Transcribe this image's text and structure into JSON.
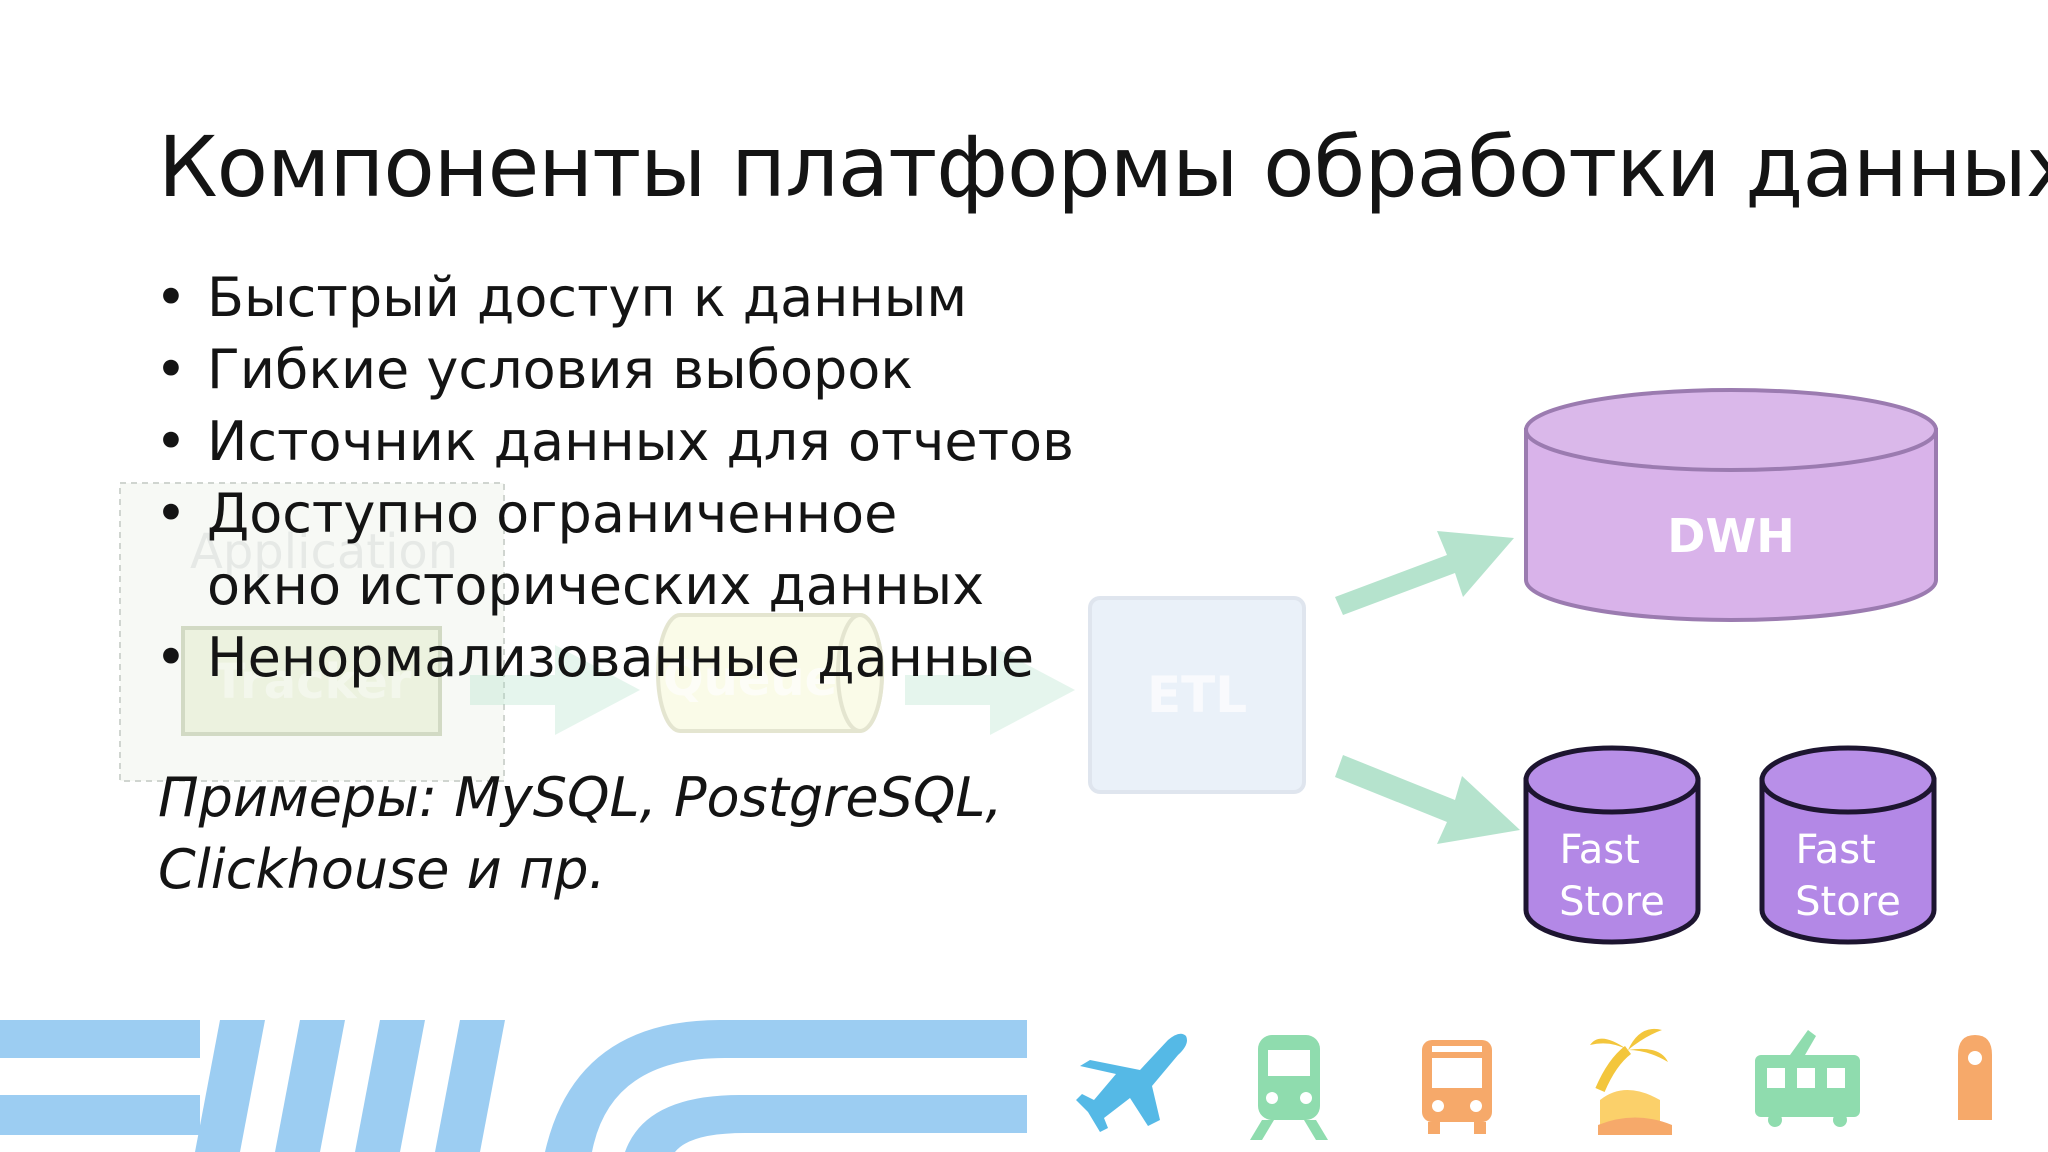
{
  "slide": {
    "title": "Компоненты платформы обработки данных",
    "bullets": [
      "Быстрый доступ к данным",
      "Гибкие условия выборок",
      "Источник данных для отчетов",
      "Доступно ограниченное окно исторических данных",
      "Ненормализованные данные"
    ],
    "examples": "Примеры: MySQL, PostgreSQL, Clickhouse и пр."
  },
  "diagram": {
    "faded_nodes": {
      "application": "Application",
      "tracker": "Tracker",
      "queue": "Queue",
      "etl": "ETL"
    },
    "dwh": "DWH",
    "fast_store_1": "Fast Store",
    "fast_store_2": "Fast Store"
  },
  "footer_icons": [
    "airplane-icon",
    "train-icon",
    "bus-icon",
    "palm-beach-icon",
    "tram-icon",
    "door-hanger-icon"
  ],
  "colors": {
    "dwh_fill": "#d9b3ea",
    "dwh_stroke": "#9b7bb0",
    "fast_store_fill": "#b388e6",
    "arrow": "#a8dec4",
    "stripes": "#9ccdf2"
  }
}
